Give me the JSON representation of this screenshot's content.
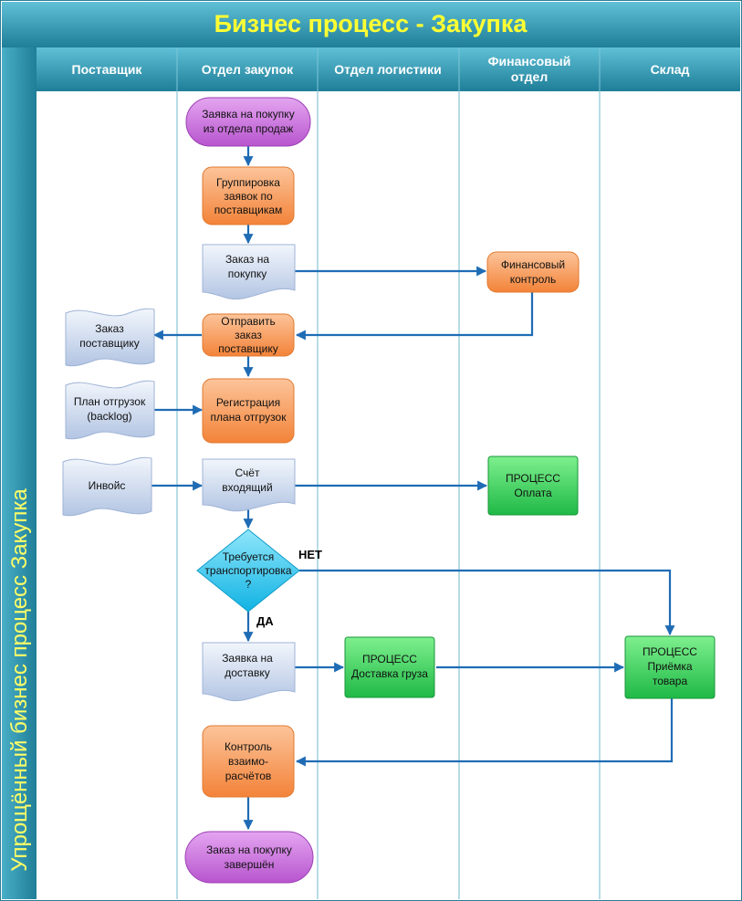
{
  "title": "Бизнес процесс - Закупка",
  "side_label": "Упрощённый бизнес процесс Закупка",
  "lanes": [
    "Поставщик",
    "Отдел закупок",
    "Отдел логистики",
    "Финансовый",
    "отдел",
    "Склад"
  ],
  "nodes": {
    "start": [
      "Заявка на покупку",
      "из отдела продаж"
    ],
    "group": [
      "Группировка",
      "заявок по",
      "поставщикам"
    ],
    "order": [
      "Заказ на",
      "покупку"
    ],
    "fin_control": [
      "Финансовый",
      "контроль"
    ],
    "send_order": [
      "Отправить",
      "заказ",
      "поставщику"
    ],
    "supplier_order": [
      "Заказ",
      "поставщику"
    ],
    "ship_plan": [
      "План отгрузок",
      "(backlog)"
    ],
    "reg_plan": [
      "Регистрация",
      "плана отгрузок"
    ],
    "invoice": [
      "Инвойс"
    ],
    "bill": [
      "Счёт",
      "входящий"
    ],
    "payment": [
      "ПРОЦЕСС",
      "Оплата"
    ],
    "decision": [
      "Требуется",
      "транспортировка",
      "?"
    ],
    "no": "НЕТ",
    "yes": "ДА",
    "delivery_req": [
      "Заявка на",
      "доставку"
    ],
    "delivery": [
      "ПРОЦЕСС",
      "Доставка груза"
    ],
    "receiving": [
      "ПРОЦЕСС",
      "Приёмка",
      "товара"
    ],
    "settlement": [
      "Контроль",
      "взаимо-",
      "расчётов"
    ],
    "end": [
      "Заказ на покупку",
      "завершён"
    ]
  },
  "colors": {
    "header": "#2a93ab",
    "terminator": "#c36ad6",
    "process": "#f79a55",
    "document": "#c9d7ec",
    "subprocess": "#33cc55",
    "decision": "#22c4ef",
    "connector": "#1f6cb5"
  }
}
